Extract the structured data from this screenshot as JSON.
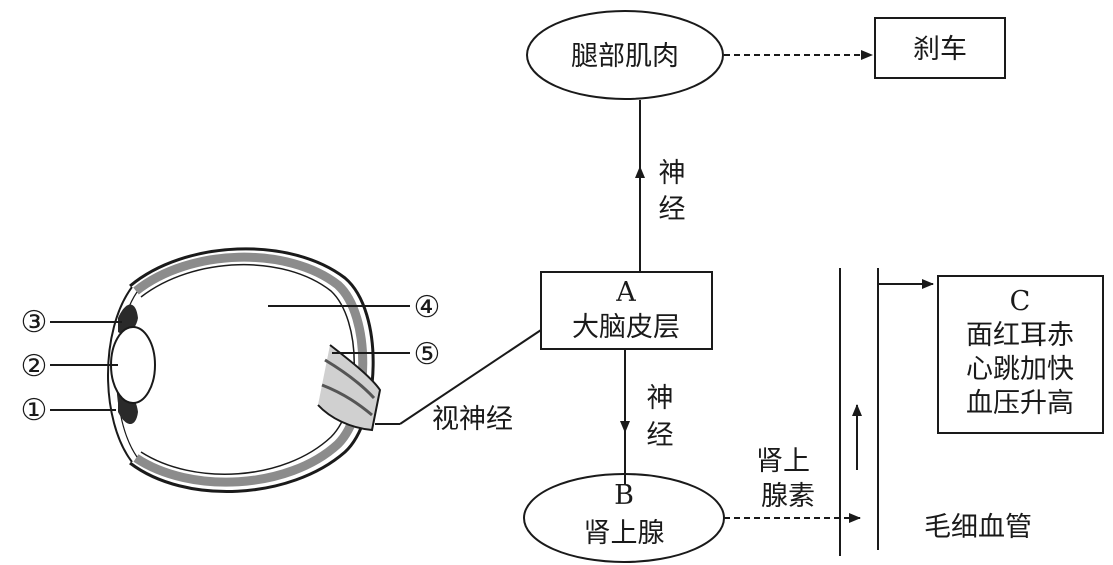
{
  "eye": {
    "labels": [
      "①",
      "②",
      "③",
      "④",
      "⑤"
    ],
    "optic_nerve": "视神经"
  },
  "nodes": {
    "leg_muscle": "腿部肌肉",
    "brake": "刹车",
    "cortex_letter": "A",
    "cortex_name": "大脑皮层",
    "adrenal_letter": "B",
    "adrenal_name": "肾上腺",
    "effects_letter": "C",
    "effects_lines": [
      "面红耳赤",
      "心跳加快",
      "血压升高"
    ]
  },
  "edges": {
    "nerve_up": [
      "神",
      "经"
    ],
    "nerve_down": [
      "神",
      "经"
    ],
    "hormone": [
      "肾上",
      "腺素"
    ],
    "capillary": "毛细血管"
  },
  "colors": {
    "ink": "#1a1a1a",
    "eye_band": "#8c8c8c",
    "background": "#ffffff"
  }
}
